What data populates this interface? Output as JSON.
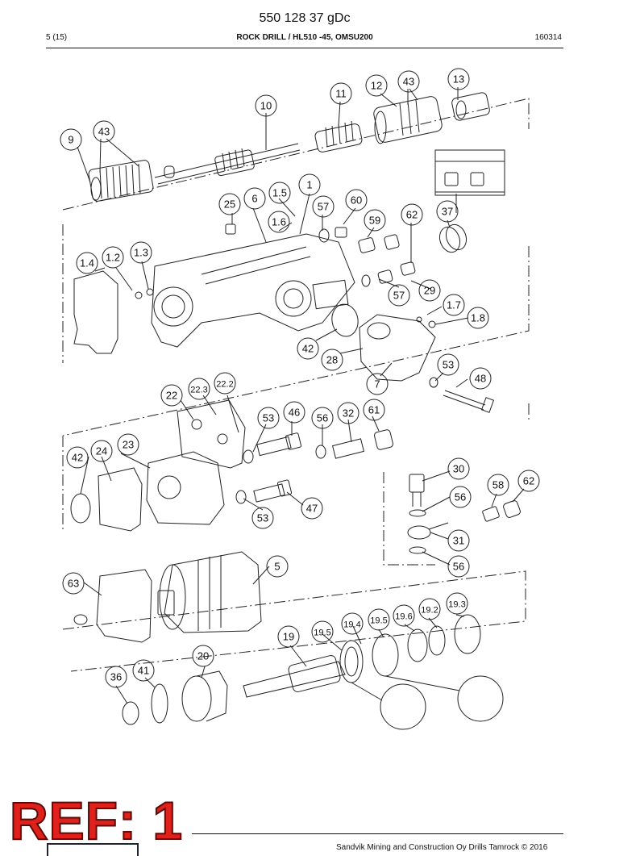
{
  "header": {
    "doc_number": "550 128 37 gDc",
    "page": "5 (15)",
    "title": "ROCK DRILL / HL510 -45, OMSU200",
    "date_code": "160314"
  },
  "callouts": [
    "9",
    "43",
    "10",
    "11",
    "12",
    "43",
    "13",
    "25",
    "6",
    "1.5",
    "1",
    "60",
    "57",
    "1.6",
    "59",
    "62",
    "37",
    "1.4",
    "1.2",
    "1.3",
    "57",
    "29",
    "1.7",
    "1.8",
    "42",
    "28",
    "7",
    "53",
    "48",
    "22",
    "22.3",
    "22.2",
    "53",
    "46",
    "56",
    "32",
    "61",
    "42",
    "24",
    "23",
    "30",
    "56",
    "58",
    "62",
    "47",
    "53",
    "31",
    "56",
    "5",
    "63",
    "19",
    "19.5",
    "19.4",
    "19.5",
    "19.6",
    "19.2",
    "19.3",
    "20",
    "36",
    "41"
  ],
  "stamp": "REF: 1",
  "footer": {
    "copyright": "Sandvik Mining and Construction Oy Drills Tamrock © 2016"
  }
}
